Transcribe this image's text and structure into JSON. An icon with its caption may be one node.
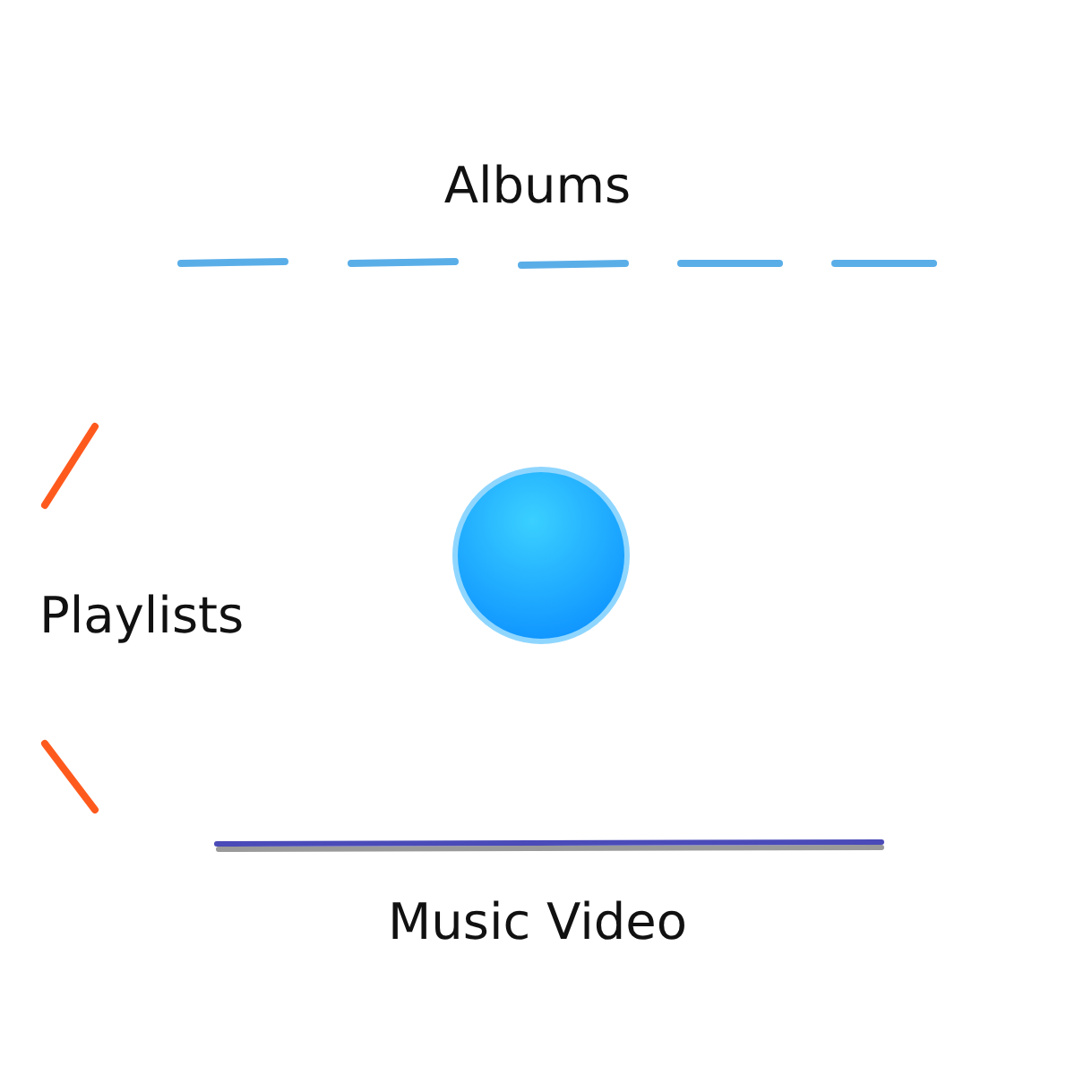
{
  "diagram": {
    "nodes": [
      {
        "text": [],
        "shape": "circle"
      }
    ],
    "labels": [
      "Albums",
      "Playlists",
      "Music Video"
    ]
  }
}
